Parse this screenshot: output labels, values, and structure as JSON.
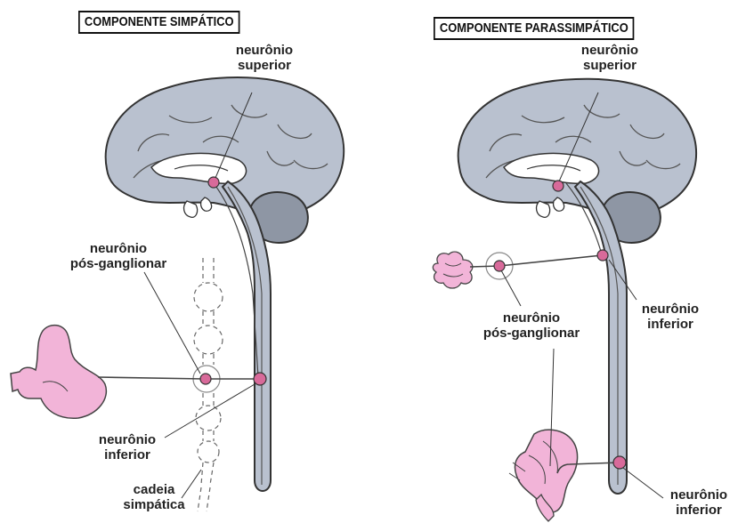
{
  "left_panel": {
    "title": "COMPONENTE SIMPÁTICO",
    "labels": {
      "upper_neuron": [
        "neurônio",
        "superior"
      ],
      "post_ganglionic": [
        "neurônio",
        "pós-ganglionar"
      ],
      "lower_neuron": [
        "neurônio",
        "inferior"
      ],
      "chain": [
        "cadeia",
        "simpática"
      ]
    }
  },
  "right_panel": {
    "title": "COMPONENTE PARASSIMPÁTICO",
    "labels": {
      "upper_neuron": [
        "neurônio",
        "superior"
      ],
      "post_ganglionic": [
        "neurônio",
        "pós-ganglionar"
      ],
      "lower_neuron_spinal": [
        "neurônio",
        "inferior"
      ],
      "lower_neuron_sacral": [
        "neurônio",
        "inferior"
      ]
    }
  },
  "colors": {
    "brain": "#b9c1cf",
    "brain_dark": "#8e96a4",
    "outline": "#333333",
    "neuron": "#d86a9a",
    "organ": "#f2b4d8",
    "inner_white": "#ffffff"
  }
}
